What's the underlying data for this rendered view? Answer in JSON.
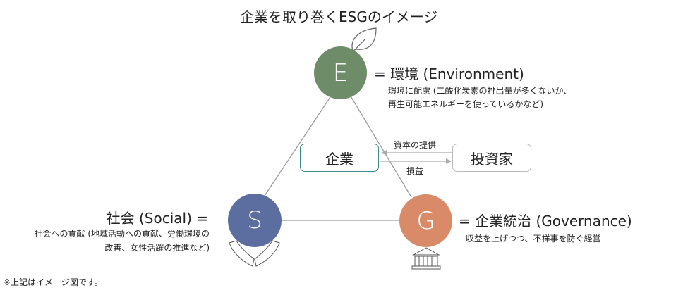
{
  "title": "企業を取り巻くESGのイメージ",
  "environment": {
    "letter": "E",
    "label": "= 環境 (Environment)",
    "desc1": "環境に配慮 (二酸化炭素の排出量が多くないか、",
    "desc2": "再生可能エネルギーを使っているかなど)",
    "color": "#6f8c69",
    "icon": "leaf-icon"
  },
  "social": {
    "letter": "S",
    "label": "社会 (Social) =",
    "desc1": "社会への貢献 (地域活動への貢献、労働環境の",
    "desc2": "改善、女性活躍の推進など)",
    "color": "#5b6e9f",
    "icon": "hands-icon"
  },
  "governance": {
    "letter": "G",
    "label": "= 企業統治 (Governance)",
    "desc1": "収益を上げつつ、不祥事を防ぐ経営",
    "color": "#d98b69",
    "icon": "bank-icon"
  },
  "company": "企業",
  "investor": "投資家",
  "capital_label": "資本の提供",
  "profit_label": "損益",
  "note": "※上記はイメージ図です。"
}
